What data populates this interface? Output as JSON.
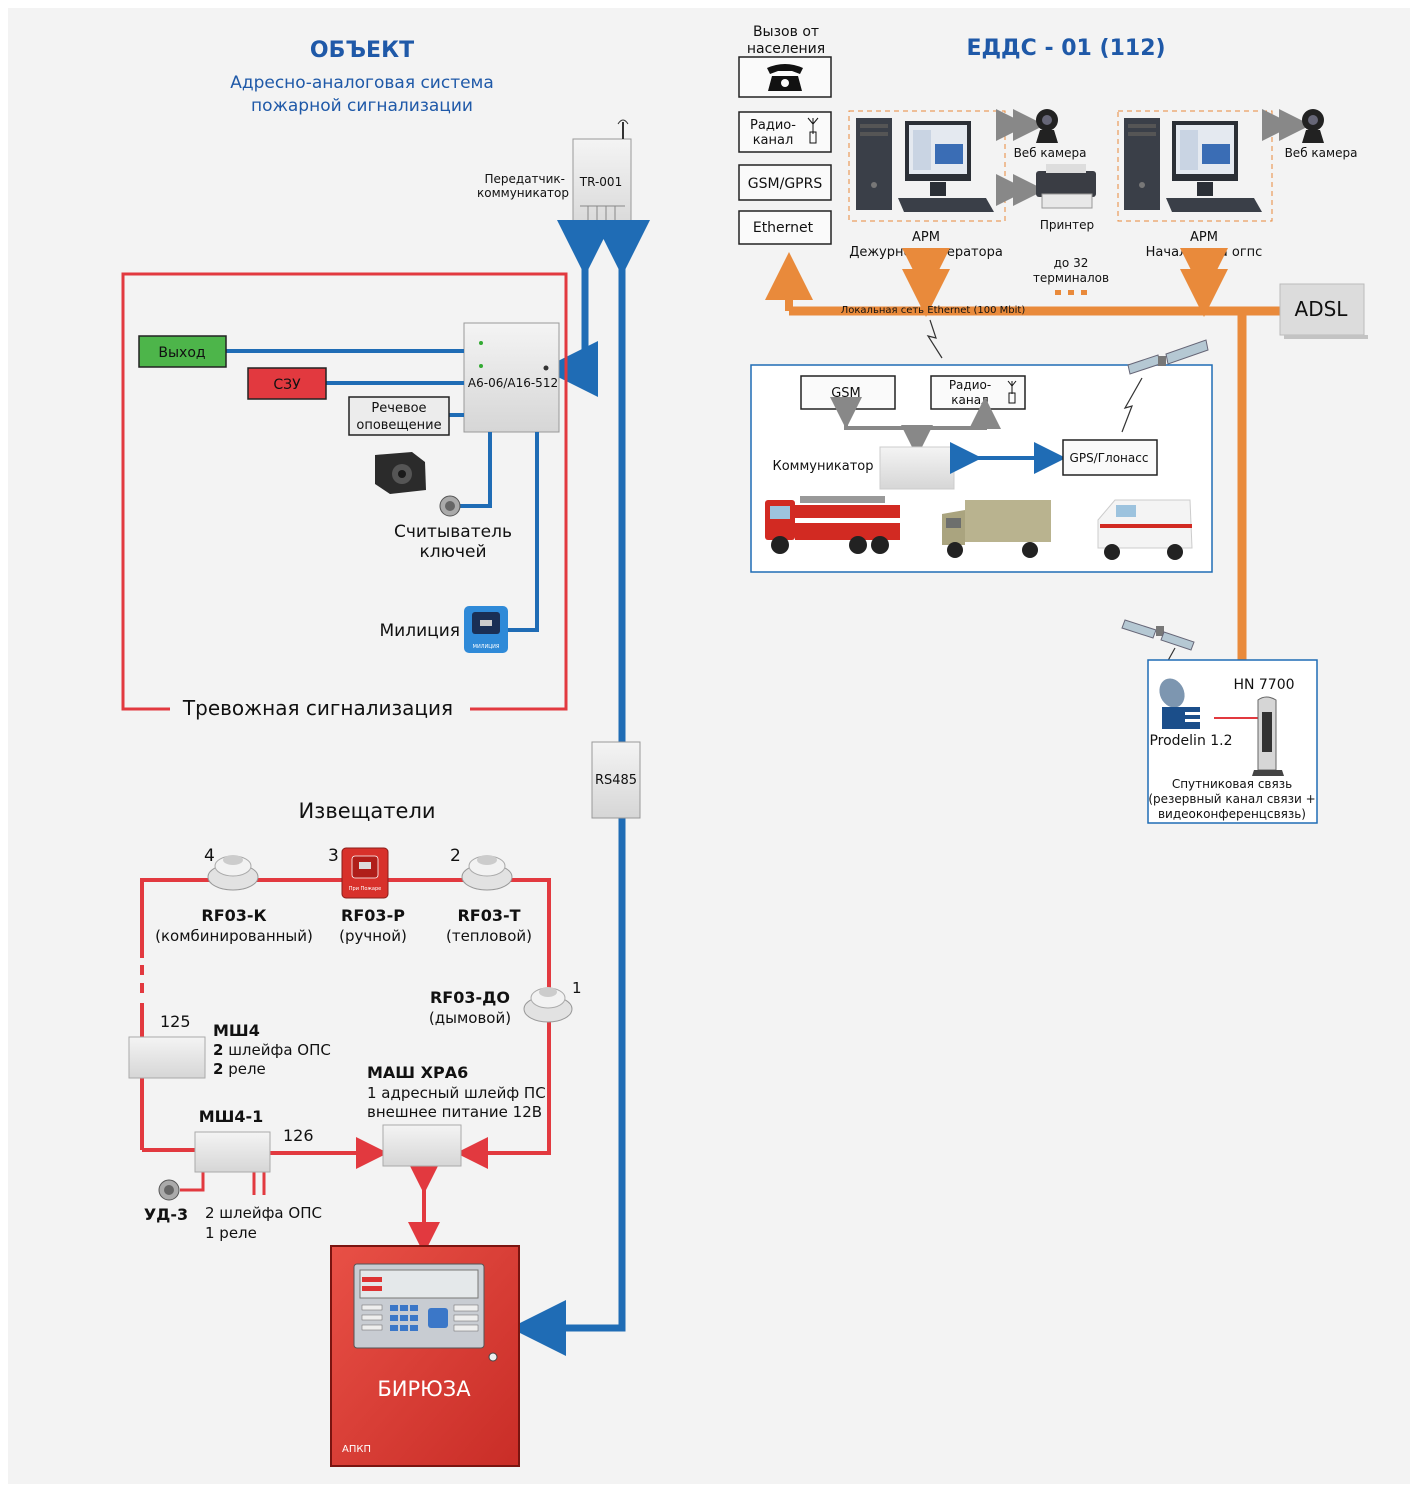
{
  "colors": {
    "background": "#f3f3f3",
    "red_line": "#e2393f",
    "blue_line": "#1f6cb5",
    "orange_line": "#e98a3b",
    "title_blue": "#1f59a8",
    "green_box": "#4db54a",
    "red_box": "#e2393f",
    "panel_red": "#dd3a32"
  },
  "left": {
    "title": "ОБЪЕКТ",
    "subtitle_line1": "Адресно-аналоговая система",
    "subtitle_line2": "пожарной сигнализации",
    "transmitter_label_line1": "Передатчик-",
    "transmitter_label_line2": "коммуникатор",
    "transmitter_model": "TR-001",
    "alarm_block": {
      "exit": "Выход",
      "szu": "СЗУ",
      "speech_line1": "Речевое",
      "speech_line2": "оповещение",
      "controller": "А6-06/А16-512",
      "key_reader_line1": "Считыватель",
      "key_reader_line2": "ключей",
      "police": "Милиция",
      "police_button": "МИЛИЦИЯ",
      "caption": "Тревожная сигнализация"
    },
    "rs485": "RS485",
    "detectors": {
      "title": "Извещатели",
      "d4_num": "4",
      "d3_num": "3",
      "d2_num": "2",
      "d1_num": "1",
      "d4_name": "RF03-К",
      "d4_type": "(комбинированный)",
      "d3_name": "RF03-Р",
      "d3_type": "(ручной)",
      "d3_button": "При Пожаре",
      "d2_name": "RF03-Т",
      "d2_type": "(тепловой)",
      "d1_name": "RF03-ДО",
      "d1_type": "(дымовой)",
      "num125": "125",
      "msh4": "МШ4",
      "msh4_l1_num": "2",
      "msh4_l1": " шлейфа ОПС",
      "msh4_l2_num": "2",
      "msh4_l2": " реле",
      "msh41": "МШ4-1",
      "num126": "126",
      "mash": "МАШ ХРА6",
      "mash_l1": "1 адресный шлейф ПС",
      "mash_l2": "внешнее питание 12В",
      "ud3": "УД-3",
      "ud3_l1": "2 шлейфа ОПС",
      "ud3_l2": "1 реле"
    },
    "panel": {
      "name": "БИРЮЗА",
      "brand": "АПКП"
    }
  },
  "right": {
    "title": "ЕДДС - 01 (112)",
    "call_line1": "Вызов от",
    "call_line2": "населения",
    "radio_line1": "Радио-",
    "radio_line2": "канал",
    "gsm_gprs": "GSM/GPRS",
    "ethernet": "Ethernet",
    "webcam": "Веб камера",
    "printer": "Принтер",
    "arm1_line1": "АРМ",
    "arm1_line2": "Дежурного оператора",
    "arm2_line1": "АРМ",
    "arm2_line2": "Начальника огпс",
    "terminals_line1": "до 32",
    "terminals_line2": "терминалов",
    "lan": "Локальная сеть Ethernet (100 Mbit)",
    "adsl": "ADSL",
    "mobile": {
      "gsm": "GSM",
      "radio_line1": "Радио-",
      "radio_line2": "канал",
      "communicator": "Коммуникатор",
      "gps": "GPS/Глонасс"
    },
    "satellite": {
      "hn": "HN 7700",
      "prodelin": "Prodelin 1.2",
      "line1": "Спутниковая связь",
      "line2": "(резервный канал связи +",
      "line3": "видеоконференцсвязь)"
    }
  }
}
